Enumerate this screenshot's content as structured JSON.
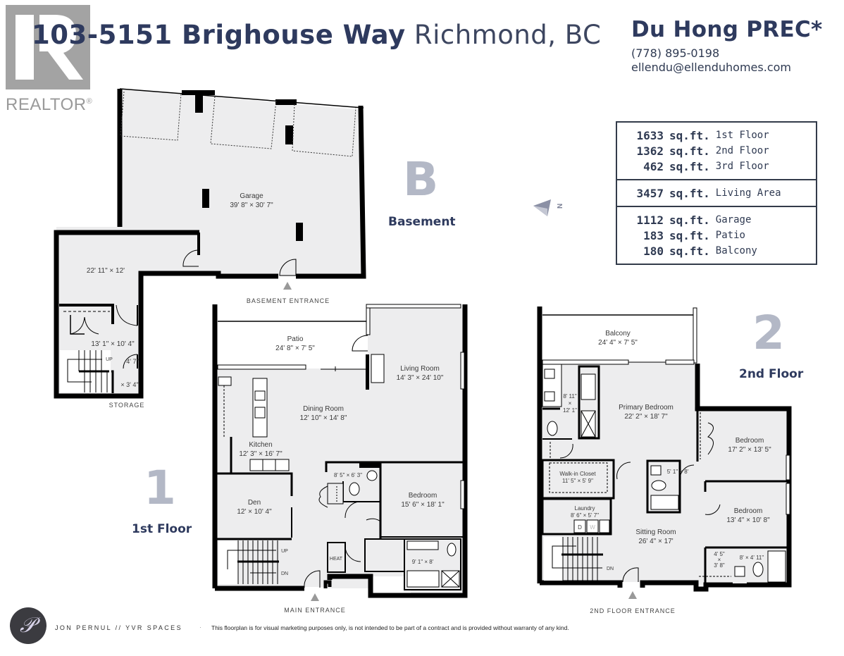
{
  "header": {
    "address_bold": "103-5151 Brighouse Way",
    "address_city": "Richmond, BC",
    "realtor_logo_text": "REALTOR",
    "realtor_logo_mark": "®"
  },
  "agent": {
    "name": "Du Hong PREC*",
    "phone": "(778) 895-0198",
    "email": "ellendu@ellenduhomes.com"
  },
  "area_summary": {
    "floors": [
      {
        "value": "1633",
        "unit": "sq.ft.",
        "label": "1st Floor"
      },
      {
        "value": "1362",
        "unit": "sq.ft.",
        "label": "2nd Floor"
      },
      {
        "value": "462",
        "unit": "sq.ft.",
        "label": "3rd Floor"
      }
    ],
    "total": {
      "value": "3457",
      "unit": "sq.ft.",
      "label": "Living Area"
    },
    "extras": [
      {
        "value": "1112",
        "unit": "sq.ft.",
        "label": "Garage"
      },
      {
        "value": "183",
        "unit": "sq.ft.",
        "label": "Patio"
      },
      {
        "value": "180",
        "unit": "sq.ft.",
        "label": "Balcony"
      }
    ]
  },
  "compass": {
    "icon": "north-arrow-icon",
    "letter": "N"
  },
  "floors": {
    "basement": {
      "letter": "B",
      "name": "Basement",
      "entrance": "BASEMENT ENTRANCE",
      "storage_caption": "STORAGE",
      "rooms": [
        {
          "name": "Garage",
          "dims": "39' 8\" × 30' 7\""
        },
        {
          "name": "",
          "dims": "22' 11\" × 12'"
        },
        {
          "name": "",
          "dims": "13' 1\" × 10' 4\""
        },
        {
          "name": "",
          "dims": "4' 7\"",
          "dims2": "× 3' 4\""
        }
      ],
      "stair_label": "UP"
    },
    "first": {
      "letter": "1",
      "name": "1st Floor",
      "entrance": "MAIN ENTRANCE",
      "rooms": [
        {
          "name": "Patio",
          "dims": "24' 8\" × 7' 5\""
        },
        {
          "name": "Living Room",
          "dims": "14' 3\" × 24' 10\""
        },
        {
          "name": "Dining Room",
          "dims": "12' 10\" × 14' 8\""
        },
        {
          "name": "Kitchen",
          "dims": "12' 3\" × 16' 7\""
        },
        {
          "name": "Den",
          "dims": "12' × 10' 4\""
        },
        {
          "name": "",
          "dims": "8' 5\" × 6' 3\""
        },
        {
          "name": "Bedroom",
          "dims": "15' 6\" × 18' 1\""
        },
        {
          "name": "",
          "dims": "9' 1\" × 8'"
        }
      ],
      "heat_label": "HEAT",
      "stair_up": "UP",
      "stair_down": "DN"
    },
    "second": {
      "letter": "2",
      "name": "2nd Floor",
      "entrance": "2ND FLOOR ENTRANCE",
      "rooms": [
        {
          "name": "Balcony",
          "dims": "24' 4\" × 7' 5\""
        },
        {
          "name": "Primary Bedroom",
          "dims": "22' 2\" × 18' 7\""
        },
        {
          "name": "",
          "dims": "8' 11\"",
          "dims2": "×",
          "dims3": "12' 1\""
        },
        {
          "name": "Bedroom",
          "dims": "17' 2\" × 13' 5\""
        },
        {
          "name": "Walk-in Closet",
          "dims": "11' 5\" × 5' 9\""
        },
        {
          "name": "",
          "dims": "5' 1\" × 8'"
        },
        {
          "name": "Laundry",
          "dims": "8' 6\" × 5' 7\""
        },
        {
          "name": "Sitting Room",
          "dims": "26' 4\" × 17'"
        },
        {
          "name": "Bedroom",
          "dims": "13' 4\" × 10' 8\""
        },
        {
          "name": "",
          "dims": "4' 5\"",
          "dims2": "×",
          "dims3": "3' 8\""
        },
        {
          "name": "",
          "dims": "8' × 4' 11\""
        }
      ],
      "dryer_label": "D",
      "washer_label": "W",
      "stair_down": "DN"
    }
  },
  "footer": {
    "logo_glyph": "𝒫",
    "brand": "JON PERNUL // YVR SPACES",
    "separator": "·",
    "disclaimer": "This floorplan is for visual marketing purposes only, is not intended to be part of a contract and is provided without warranty of any kind."
  },
  "colors": {
    "navy": "#2e3a5e",
    "floor_letter": "#b3b8c6",
    "room_fill": "#ededee",
    "wall": "#000000",
    "realtor_gray": "#a3a3a3"
  }
}
